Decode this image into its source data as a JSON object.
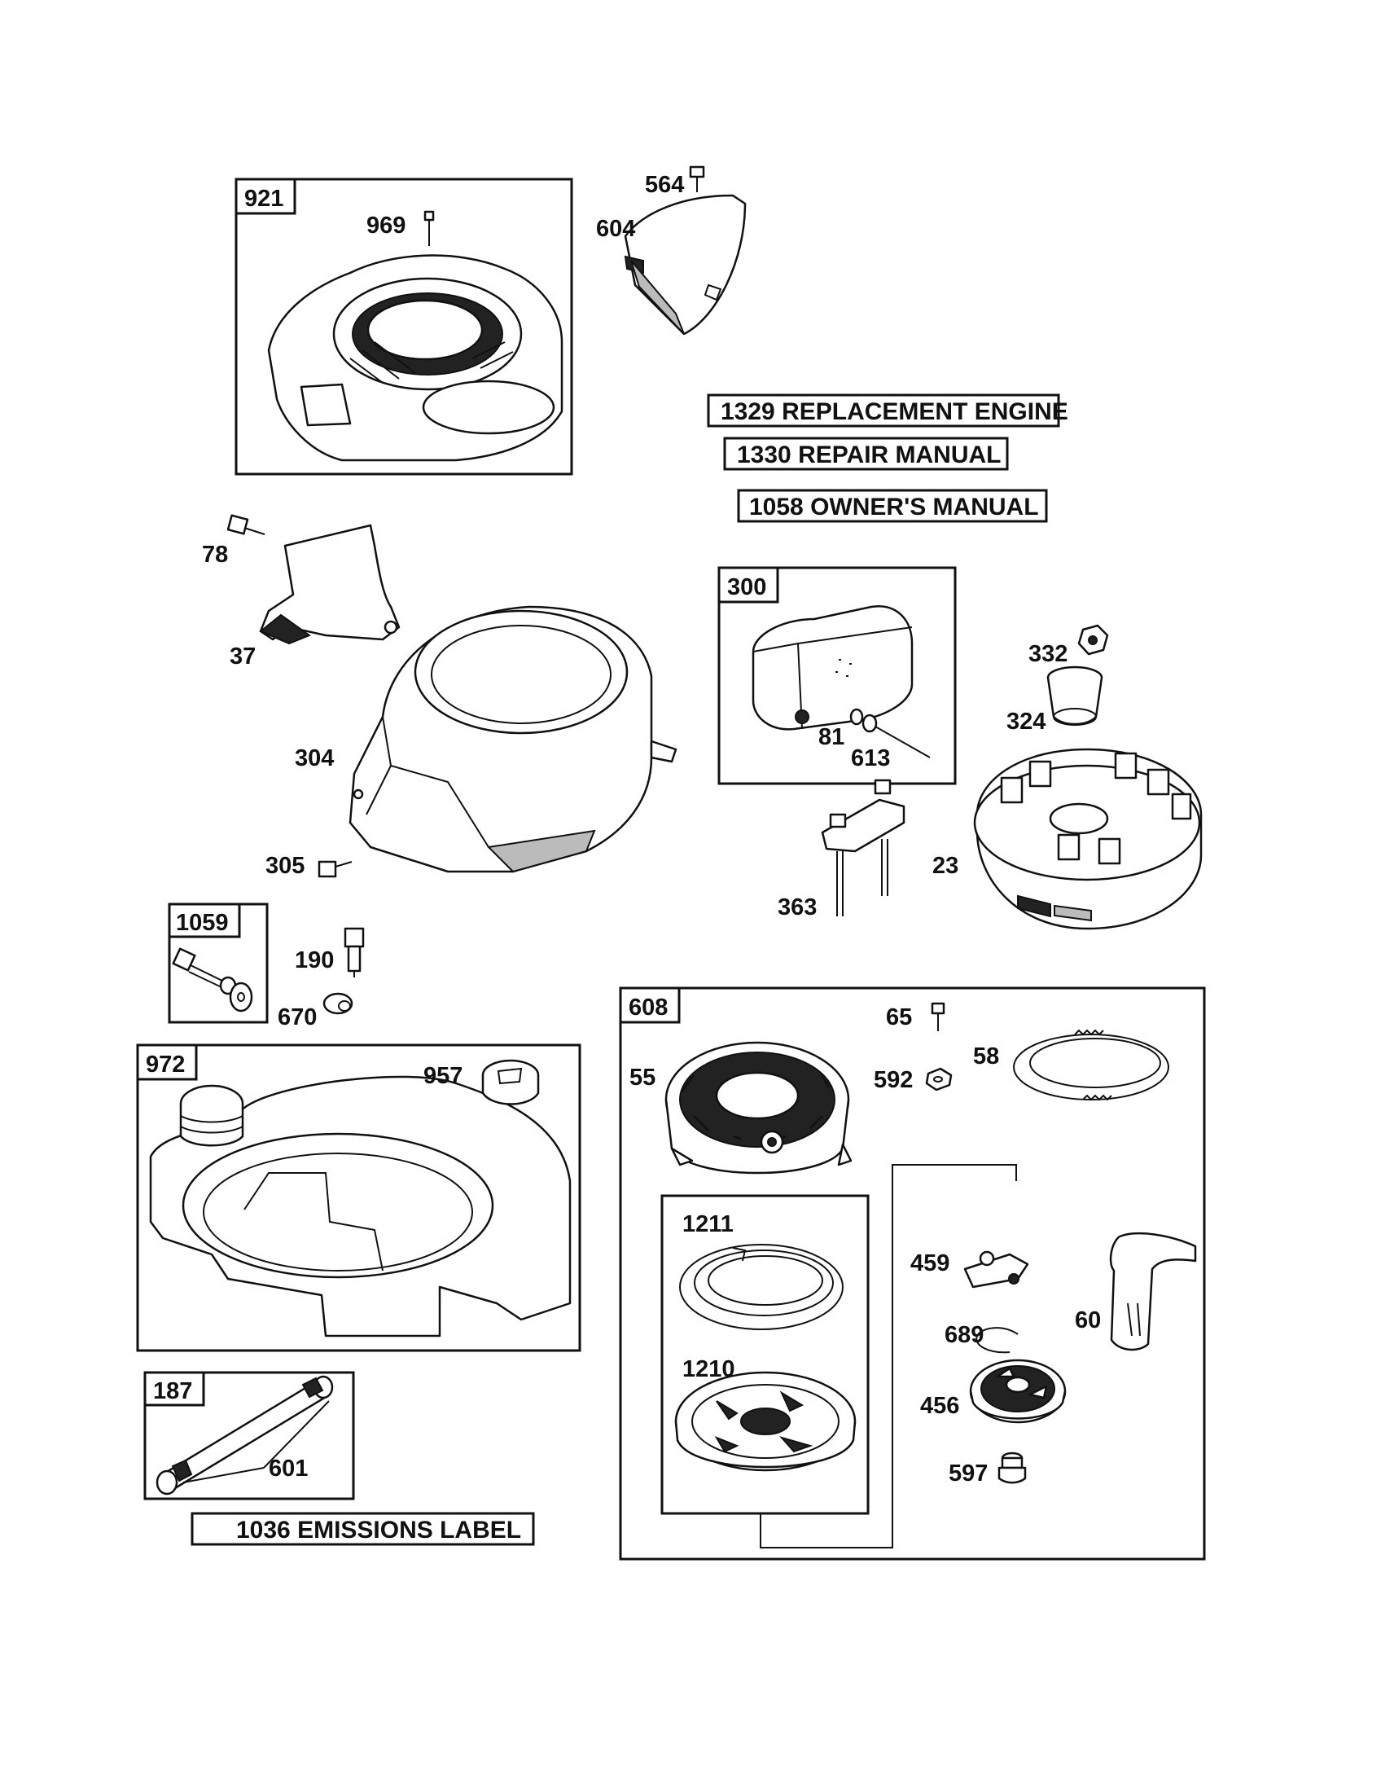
{
  "groups": {
    "g921": "921",
    "g300": "300",
    "g1059": "1059",
    "g972": "972",
    "g187": "187",
    "g608": "608"
  },
  "notes": {
    "n1329": "1329 REPLACEMENT ENGINE",
    "n1330": "1330 REPAIR MANUAL",
    "n1058": "1058 OWNER'S MANUAL",
    "n1036": "1036 EMISSIONS LABEL"
  },
  "parts": {
    "p969": "969",
    "p564": "564",
    "p604": "604",
    "p78": "78",
    "p37": "37",
    "p304": "304",
    "p305": "305",
    "p81": "81",
    "p613": "613",
    "p332": "332",
    "p324": "324",
    "p23": "23",
    "p363": "363",
    "p190": "190",
    "p670": "670",
    "p957": "957",
    "p65": "65",
    "p592": "592",
    "p58": "58",
    "p55": "55",
    "p1211": "1211",
    "p1210": "1210",
    "p459": "459",
    "p689": "689",
    "p60": "60",
    "p456": "456",
    "p597": "597",
    "p601": "601"
  }
}
